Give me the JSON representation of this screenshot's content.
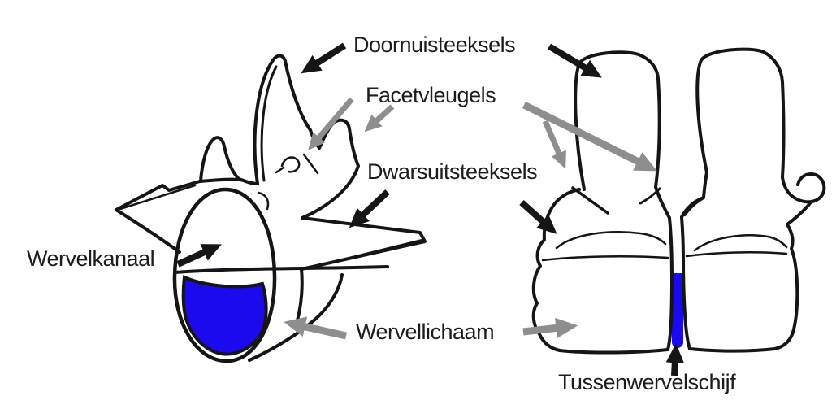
{
  "diagram": {
    "description": "Vertebra anatomy diagram with Dutch labels; left: single vertebra in oblique view with blue vertebral canal; right: two vertebrae side view with blue intervertebral disc",
    "background": "#ffffff",
    "ink": "#151515",
    "gray": "#8e8e8e",
    "blue": "#1b0af0",
    "labels": {
      "doornuitsteeksels": "Doornuisteeksels",
      "facetvleugels": "Facetvleugels",
      "dwarsuitsteeksels": "Dwarsuitsteeksels",
      "wervelkanaal": "Wervelkanaal",
      "wervellichaam": "Wervellichaam",
      "tussenwervelschijf": "Tussenwervelschijf"
    }
  }
}
